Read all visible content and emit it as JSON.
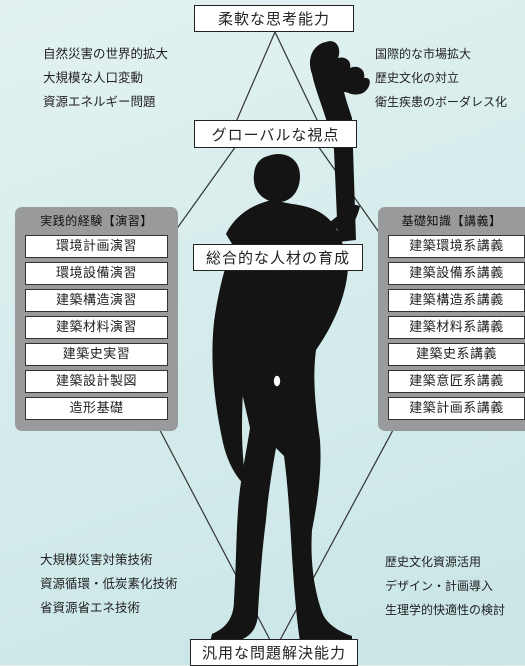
{
  "boxes": {
    "top": "柔軟な思考能力",
    "global": "グローバルな視点",
    "center": "総合的な人材の育成",
    "bottom": "汎用な問題解決能力"
  },
  "top_left_list": [
    "自然災害の世界的拡大",
    "大規模な人口変動",
    "資源エネルギー問題"
  ],
  "top_right_list": [
    "国際的な市場拡大",
    "歴史文化の対立",
    "衛生疾患のボーダレス化"
  ],
  "bottom_left_list": [
    "大規模災害対策技術",
    "資源循環・低炭素化技術",
    "省資源省エネ技術"
  ],
  "bottom_right_list": [
    "歴史文化資源活用",
    "デザイン・計画導入",
    "生理学的快適性の検討"
  ],
  "left_panel": {
    "title": "実践的経験【演習】",
    "items": [
      "環境計画演習",
      "環境設備演習",
      "建築構造演習",
      "建築材料演習",
      "建築史実習",
      "建築設計製図",
      "造形基礎"
    ]
  },
  "right_panel": {
    "title": "基礎知識【講義】",
    "items": [
      "建築環境系講義",
      "建築設備系講義",
      "建築構造系講義",
      "建築材料系講義",
      "建築史系講義",
      "建築意匠系講義",
      "建築計画系講義"
    ]
  },
  "colors": {
    "figure": "#141414",
    "panel": "#999a9b",
    "line": "#333333"
  }
}
